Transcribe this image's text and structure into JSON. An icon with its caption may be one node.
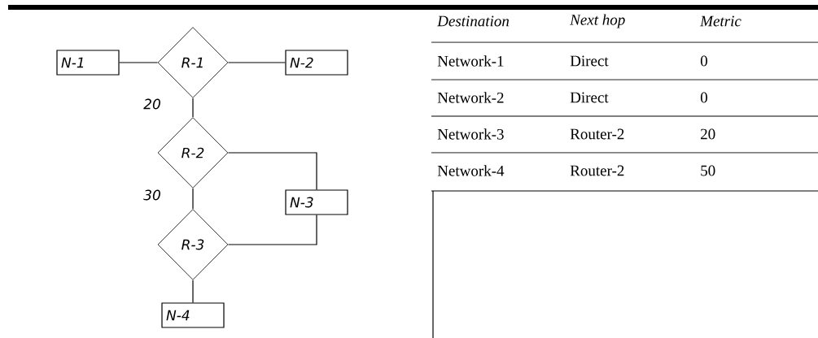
{
  "diagram": {
    "nodes": [
      {
        "text": [
          "N-1"
        ]
      },
      {
        "text": [
          "R-1"
        ]
      },
      {
        "text": [
          "N-2"
        ]
      },
      {
        "text": [
          "R-2"
        ]
      },
      {
        "text": [
          "N-3"
        ]
      },
      {
        "text": [
          "R-3"
        ]
      },
      {
        "text": [
          "N-4"
        ]
      }
    ],
    "edges": [
      {
        "from": 0,
        "to": 1,
        "arrow": "none"
      },
      {
        "from": 1,
        "to": 2,
        "arrow": "none"
      },
      {
        "from": 1,
        "to": 3,
        "arrow": "none",
        "label": "20"
      },
      {
        "from": 3,
        "to": 4,
        "arrow": "none"
      },
      {
        "from": 4,
        "to": 5,
        "arrow": "none"
      },
      {
        "from": 3,
        "to": 5,
        "arrow": "none",
        "label": "30"
      },
      {
        "from": 5,
        "to": 6,
        "arrow": "none"
      }
    ],
    "labels": [
      "Destination",
      "Next hop",
      "Metric",
      "Network-1",
      "Direct",
      "0",
      "Network-2",
      "Direct",
      "0",
      "Network-3",
      "Router-2",
      "20",
      "Network-4",
      "Router-2",
      "50"
    ]
  }
}
